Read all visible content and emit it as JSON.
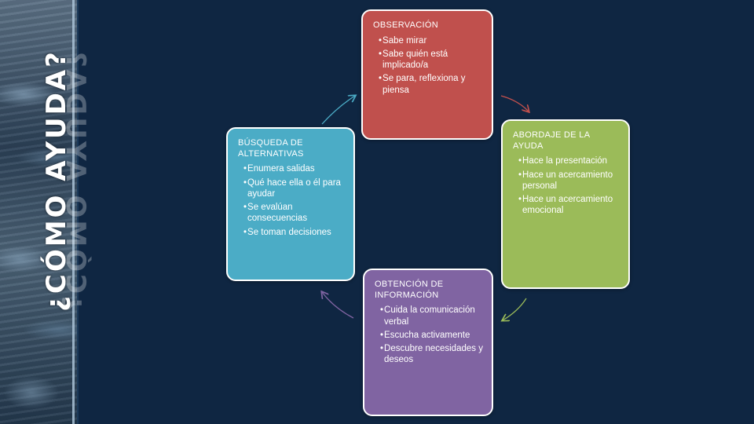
{
  "title": "¿CÓMO AYUDA?",
  "cycle": [
    {
      "heading": "OBSERVACIÓN",
      "color": "#c0504d",
      "items": [
        "Sabe mirar",
        "Sabe quién está implicado/a",
        "Se para, reflexiona y piensa"
      ]
    },
    {
      "heading": "ABORDAJE DE LA AYUDA",
      "color": "#9bbb59",
      "items": [
        "Hace la presentación",
        "Hace un acercamiento personal",
        "Hace un acercamiento emocional"
      ]
    },
    {
      "heading": "OBTENCIÓN DE INFORMACIÓN",
      "color": "#8064a2",
      "items": [
        "Cuida la comunicación verbal",
        "Escucha activamente",
        "Descubre necesidades y deseos"
      ]
    },
    {
      "heading": "BÚSQUEDA DE ALTERNATIVAS",
      "color": "#4bacc6",
      "items": [
        "Enumera salidas",
        "Qué hace ella o él para ayudar",
        "Se evalúan consecuencias",
        "Se toman decisiones"
      ]
    }
  ],
  "colors": {
    "background": "#0f2642",
    "arrow_red": "#c0504d",
    "arrow_green": "#9bbb59",
    "arrow_purple": "#8064a2",
    "arrow_blue": "#4bacc6"
  }
}
